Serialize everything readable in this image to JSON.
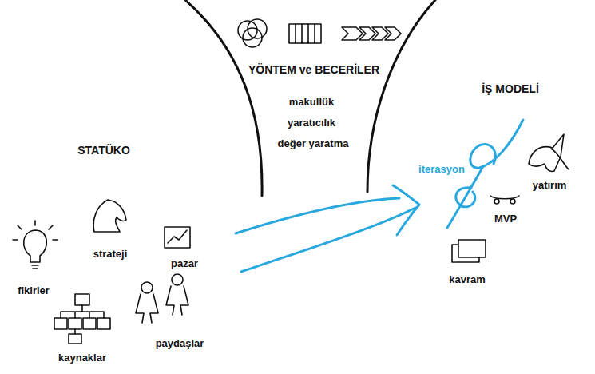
{
  "diagram": {
    "labels": [
      "YÖNTEM ve BECERİLER",
      "makullük",
      "yaratıcılık",
      "değer yaratma",
      "STATÜKO",
      "İŞ MODELİ",
      "iterasyon",
      "yatırım",
      "MVP",
      "kavram",
      "fikirler",
      "strateji",
      "pazar",
      "paydaşlar",
      "kaynaklar"
    ]
  }
}
